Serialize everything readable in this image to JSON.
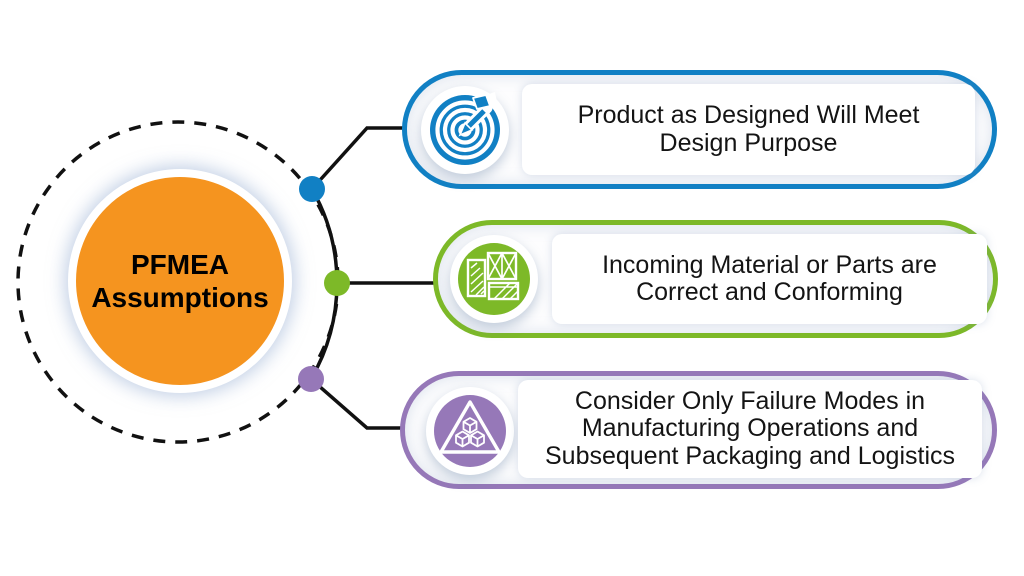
{
  "colors": {
    "blue": "#1180C4",
    "green": "#7DB928",
    "purple": "#9678B8",
    "orange": "#F5941F",
    "line": "#111111"
  },
  "center": {
    "lines": [
      "PFMEA",
      "Assumptions"
    ]
  },
  "cards": [
    {
      "id": "product-design",
      "accent": "blue",
      "icon": "target-icon",
      "label": "Product as Designed Will Meet Design Purpose",
      "lines": [
        "Product as Designed Will Meet",
        "Design Purpose"
      ]
    },
    {
      "id": "incoming-material",
      "accent": "green",
      "icon": "materials-icon",
      "label": "Incoming Material or Parts are Correct and Conforming",
      "lines": [
        "Incoming Material or Parts are",
        "Correct and Conforming"
      ]
    },
    {
      "id": "failure-modes",
      "accent": "purple",
      "icon": "cubes-triangle-icon",
      "label": "Consider Only Failure Modes in Manufacturing Operations and Subsequent Packaging and Logistics",
      "lines": [
        "Consider Only Failure Modes in",
        "Manufacturing Operations and",
        "Subsequent Packaging and Logistics"
      ]
    }
  ]
}
